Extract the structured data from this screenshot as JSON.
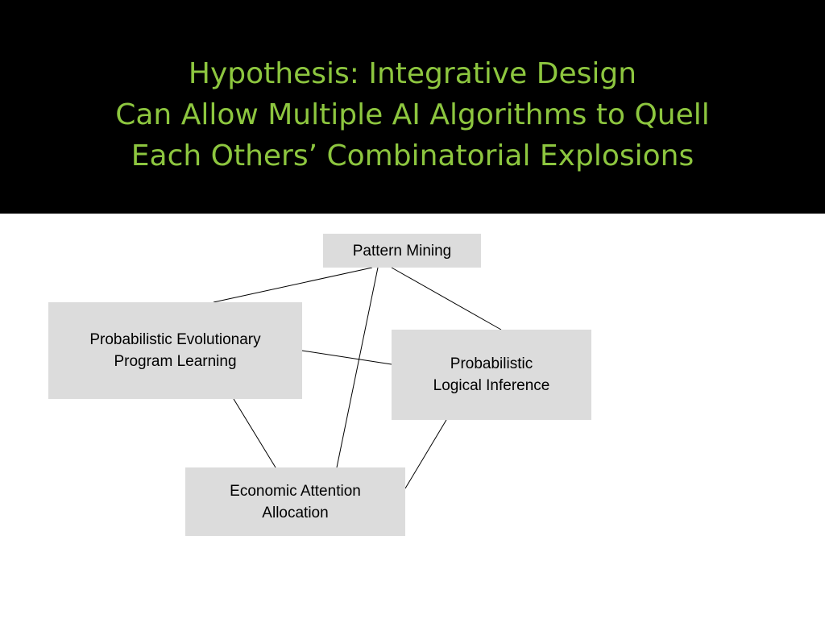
{
  "slide": {
    "title_lines": [
      "Hypothesis: Integrative Design",
      "Can Allow Multiple AI Algorithms to Quell",
      "Each Others’ Combinatorial Explosions"
    ],
    "colors": {
      "header_background": "#000000",
      "title_text": "#8dc63f",
      "node_fill": "#dcdcdc",
      "edge": "#000000"
    }
  },
  "diagram": {
    "nodes": [
      {
        "id": "pattern-mining",
        "lines": [
          "Pattern Mining"
        ]
      },
      {
        "id": "pepl",
        "lines": [
          "Probabilistic Evolutionary",
          "Program Learning"
        ]
      },
      {
        "id": "pln",
        "lines": [
          "Probabilistic",
          "Logical Inference"
        ]
      },
      {
        "id": "ecan",
        "lines": [
          "Economic Attention",
          "Allocation"
        ]
      }
    ],
    "edges": [
      {
        "from": "pattern-mining",
        "to": "pepl"
      },
      {
        "from": "pattern-mining",
        "to": "pln"
      },
      {
        "from": "pattern-mining",
        "to": "ecan"
      },
      {
        "from": "pepl",
        "to": "pln"
      },
      {
        "from": "pepl",
        "to": "ecan"
      },
      {
        "from": "pln",
        "to": "ecan"
      }
    ]
  }
}
